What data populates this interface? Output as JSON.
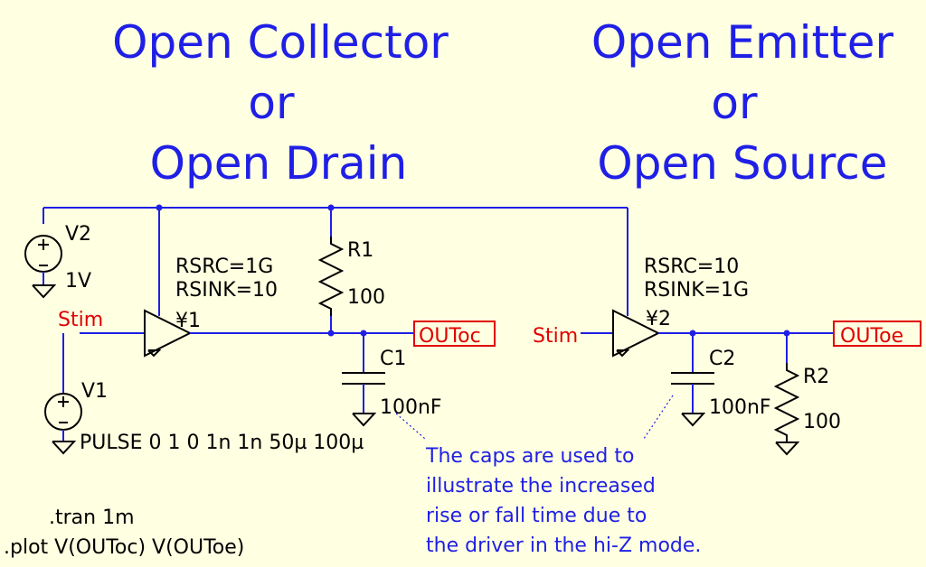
{
  "titles": {
    "left": [
      "Open Collector",
      "or",
      "Open Drain"
    ],
    "right": [
      "Open Emitter",
      "or",
      "Open Source"
    ]
  },
  "v2": {
    "name": "V2",
    "value": "1V"
  },
  "v1": {
    "name": "V1",
    "value": "PULSE 0 1 0 1n 1n 50µ 100µ"
  },
  "stim_left": "Stim",
  "stim_right": "Stim",
  "y1": {
    "name": "¥1",
    "params": [
      "RSRC=1G",
      "RSINK=10"
    ]
  },
  "y2": {
    "name": "¥2",
    "params": [
      "RSRC=10",
      "RSINK=1G"
    ]
  },
  "r1": {
    "name": "R1",
    "value": "100"
  },
  "r2": {
    "name": "R2",
    "value": "100"
  },
  "c1": {
    "name": "C1",
    "value": "100nF"
  },
  "c2": {
    "name": "C2",
    "value": "100nF"
  },
  "out_left": "OUToc",
  "out_right": "OUToe",
  "note_lines": [
    "The caps are used to",
    "illustrate the increased",
    "rise or fall time due to",
    "the driver in the hi-Z mode."
  ],
  "directives": [
    ".tran 1m",
    ".plot V(OUToc) V(OUToe)"
  ],
  "colors": {
    "background": "#FFFFE1",
    "wire": "#1F1FE6",
    "net_label": "#E00000",
    "component": "#000000"
  }
}
